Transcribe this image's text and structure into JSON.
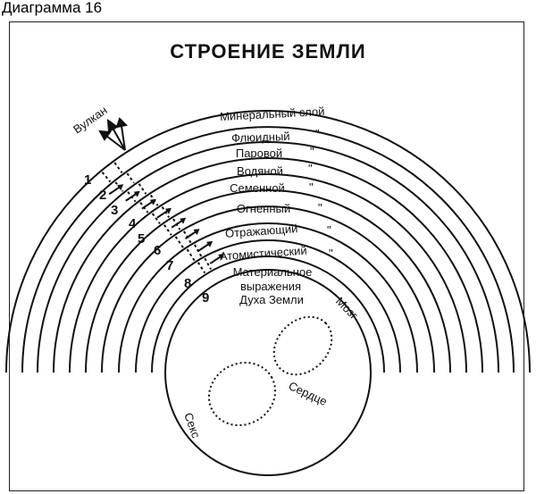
{
  "header_label": "Диаграмма 16",
  "title": "СТРОЕНИЕ ЗЕМЛИ",
  "volcano_label": "Вулкан",
  "ditto_mark": "\"",
  "layers": [
    {
      "number": "1",
      "name": "Минеральный слой"
    },
    {
      "number": "2",
      "name": "Флюидный"
    },
    {
      "number": "3",
      "name": "Паровой"
    },
    {
      "number": "4",
      "name": "Водяной"
    },
    {
      "number": "5",
      "name": "Семенной"
    },
    {
      "number": "6",
      "name": "Огненный"
    },
    {
      "number": "7",
      "name": "Отражающий"
    },
    {
      "number": "8",
      "name": "Атомистический"
    },
    {
      "number": "9",
      "name": "Материальное выражения Духа Земли"
    }
  ],
  "layer9_lines": [
    "Материальное",
    "выражения",
    "Духа Земли"
  ],
  "core_labels": {
    "brain": "Мозг",
    "heart": "Сердце",
    "sex": "Секс"
  }
}
